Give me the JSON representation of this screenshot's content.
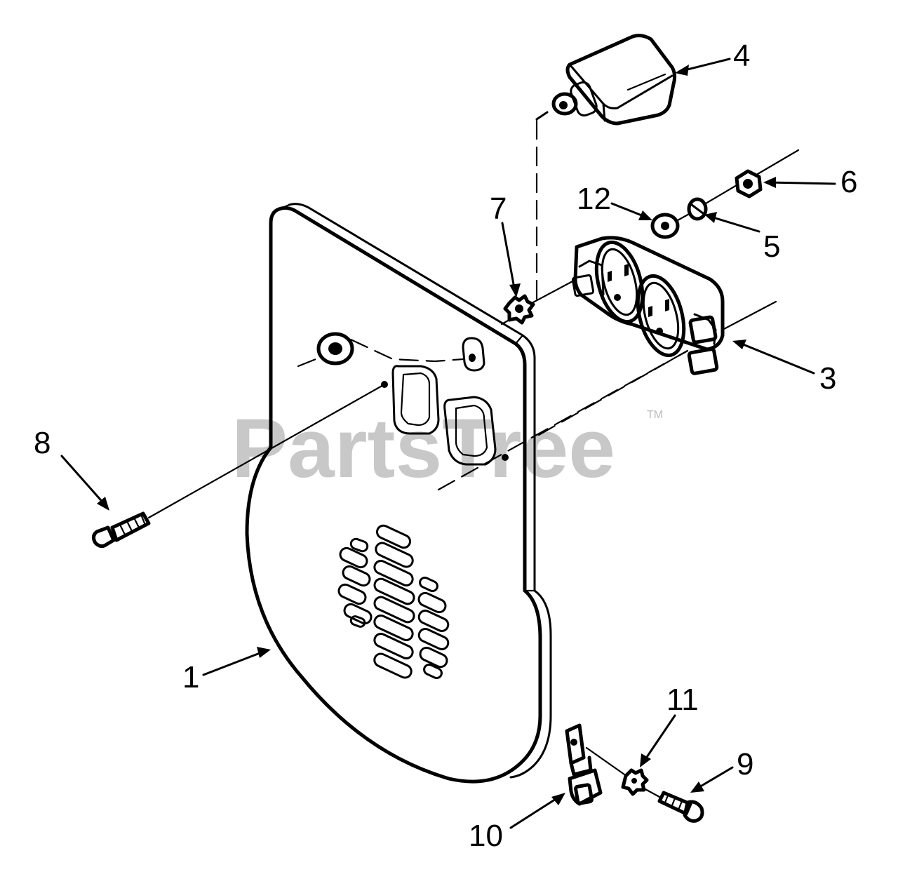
{
  "watermark": {
    "text": "PartsTree",
    "trademark": "TM"
  },
  "callouts": {
    "c1": "1",
    "c3": "3",
    "c4": "4",
    "c5": "5",
    "c6": "6",
    "c7": "7",
    "c8": "8",
    "c9": "9",
    "c10": "10",
    "c11": "11",
    "c12": "12"
  }
}
